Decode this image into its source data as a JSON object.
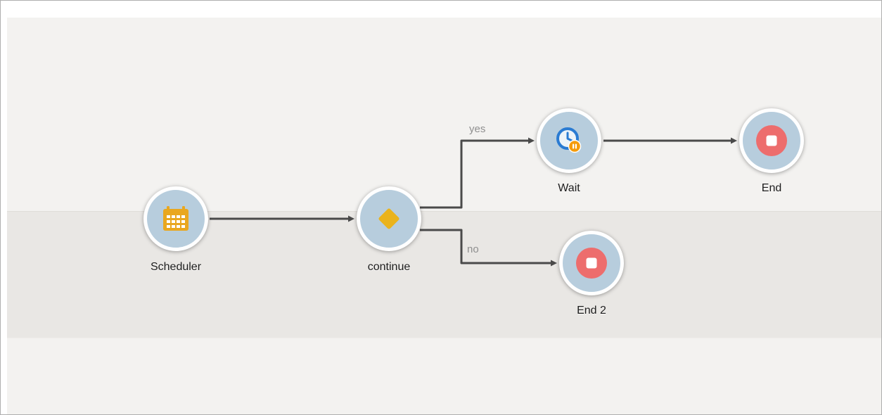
{
  "app": {
    "name": "workflow-canvas"
  },
  "colors": {
    "canvas_light": "#f3f2f0",
    "canvas_dark": "#e9e7e4",
    "node_fill": "#b7cddd",
    "node_ring": "#ffffff",
    "arrow": "#4a4a4a",
    "calendar_gold": "#e9a71f",
    "diamond_gold": "#eab31c",
    "clock_blue": "#2a7bd2",
    "pause_orange": "#f59b0a",
    "stop_red": "#ed6d6d",
    "label_text": "#1c1c1c",
    "edge_label_text": "#8f8f8f"
  },
  "nodes": [
    {
      "id": "scheduler",
      "label": "Scheduler",
      "icon": "calendar-icon"
    },
    {
      "id": "continue",
      "label": "continue",
      "icon": "diamond-icon"
    },
    {
      "id": "wait",
      "label": "Wait",
      "icon": "clock-pause-icon"
    },
    {
      "id": "end",
      "label": "End",
      "icon": "stop-icon"
    },
    {
      "id": "end2",
      "label": "End 2",
      "icon": "stop-icon"
    }
  ],
  "edges": [
    {
      "id": "scheduler-continue",
      "from": "scheduler",
      "to": "continue",
      "label": ""
    },
    {
      "id": "continue-wait",
      "from": "continue",
      "to": "wait",
      "label": "yes"
    },
    {
      "id": "continue-end2",
      "from": "continue",
      "to": "end2",
      "label": "no"
    },
    {
      "id": "wait-end",
      "from": "wait",
      "to": "end",
      "label": ""
    }
  ]
}
